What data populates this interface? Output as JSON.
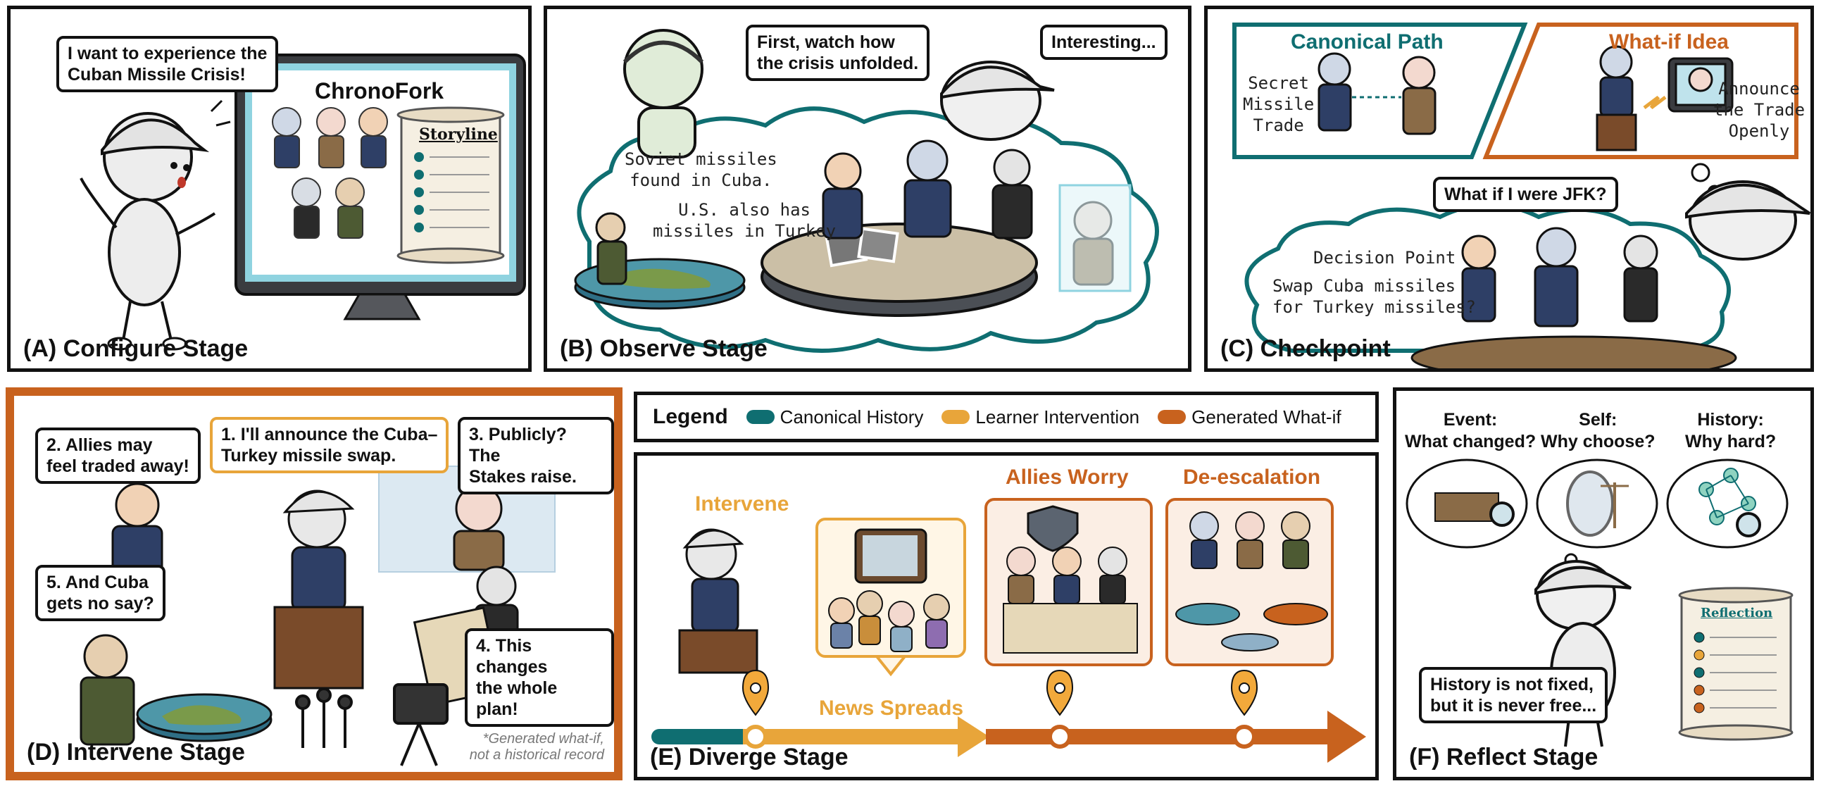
{
  "colors": {
    "teal": "#0f6e71",
    "amber": "#e8a53a",
    "orange": "#c8621e",
    "dark_orange": "#c8621e",
    "ink": "#111111"
  },
  "panel_a": {
    "label": "(A) Configure Stage",
    "speech": "I want to experience the\nCuban Missile Crisis!",
    "screen_title": "ChronoFork",
    "scroll_title": "Storyline"
  },
  "panel_b": {
    "label": "(B) Observe Stage",
    "guide_speech": "First, watch how\nthe crisis unfolded.",
    "learner_speech": "Interesting...",
    "cloud_text_1": "Soviet missiles\nfound in Cuba.",
    "cloud_text_2": "U.S. also has\nmissiles in Turkey"
  },
  "panel_c": {
    "label": "(C) Checkpoint",
    "canonical_heading": "Canonical Path",
    "whatif_heading": "What-if Idea",
    "canonical_text": "Secret\nMissile\nTrade",
    "whatif_text": "Announce\nthe Trade\nOpenly",
    "thought": "What if I were JFK?",
    "decision_title": "Decision Point",
    "decision_text": "Swap Cuba missiles\nfor Turkey missiles?"
  },
  "panel_d": {
    "label": "(D) Intervene Stage",
    "speech_1": "1. I'll announce the Cuba–\nTurkey missile swap.",
    "speech_2": "2. Allies may\nfeel traded away!",
    "speech_3": "3. Publicly? The\nStakes raise.",
    "speech_4": "4. This changes\nthe whole plan!",
    "speech_5": "5. And Cuba\ngets no say?",
    "note": "*Generated what-if,\nnot a historical record"
  },
  "legend": {
    "title": "Legend",
    "items": [
      {
        "label": "Canonical History",
        "color": "#0f6e71"
      },
      {
        "label": "Learner Intervention",
        "color": "#e8a53a"
      },
      {
        "label": "Generated What-if",
        "color": "#c8621e"
      }
    ]
  },
  "panel_e": {
    "label": "(E) Diverge Stage",
    "intervene": "Intervene",
    "news": "News Spreads",
    "allies": "Allies Worry",
    "deescalation": "De-escalation"
  },
  "panel_f": {
    "label": "(F) Reflect Stage",
    "event_heading": "Event:\nWhat changed?",
    "self_heading": "Self:\nWhy choose?",
    "history_heading": "History:\nWhy hard?",
    "scroll_title": "Reflection",
    "speech": "History is not fixed,\nbut it is never free..."
  }
}
